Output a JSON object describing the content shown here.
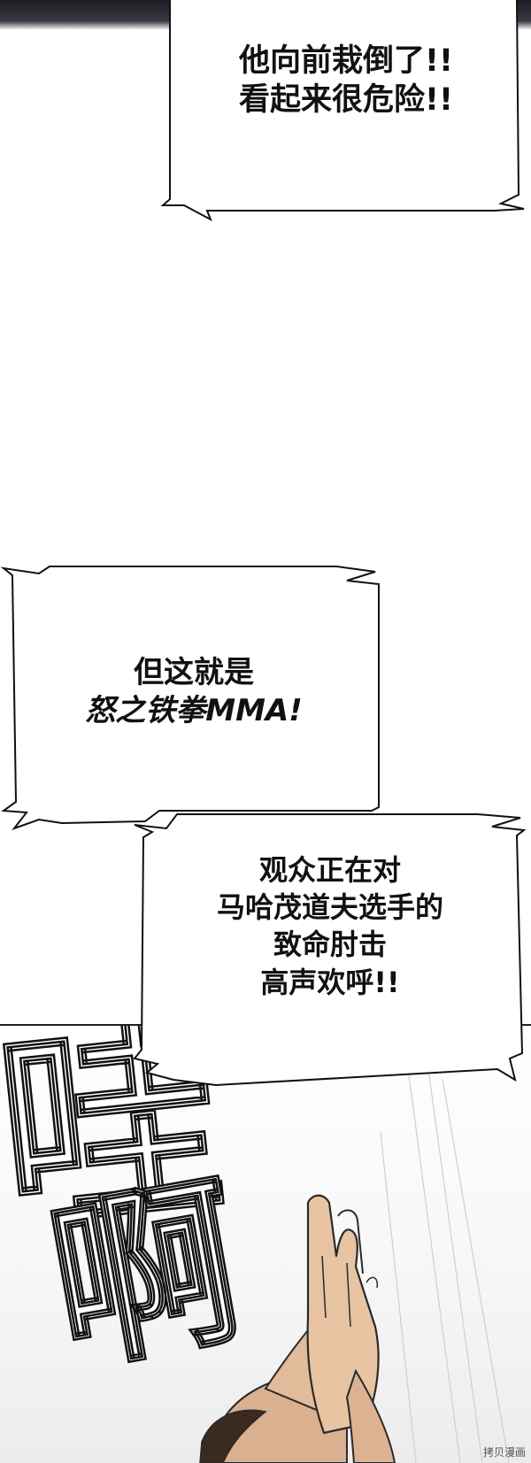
{
  "bubbles": [
    {
      "lines": [
        "他向前栽倒了!!",
        "看起来很危险!!"
      ]
    },
    {
      "lines": [
        "但这就是",
        "怒之铁拳MMA!"
      ]
    },
    {
      "lines": [
        "观众正在对",
        "马哈茂道夫选手的",
        "致命肘击",
        "高声欢呼!!"
      ]
    }
  ],
  "sfx": {
    "char1": "哇",
    "char2": "啊"
  },
  "watermark": "拷贝漫画",
  "colors": {
    "ink": "#111111",
    "skin": "#e8c4a2",
    "hair": "#3a2a20",
    "background": "#ffffff"
  }
}
